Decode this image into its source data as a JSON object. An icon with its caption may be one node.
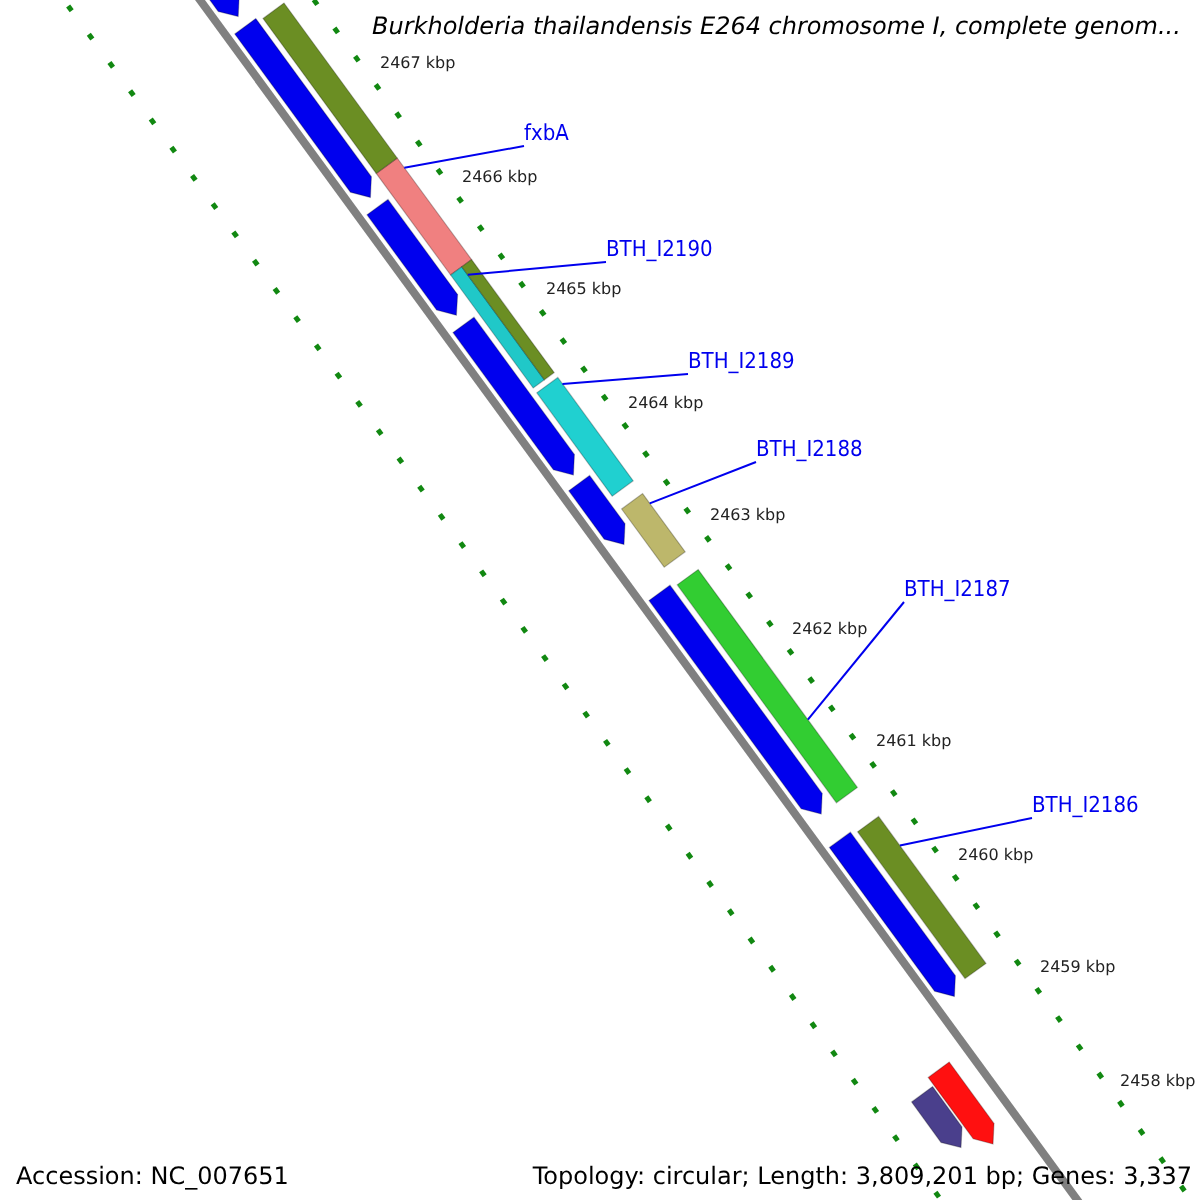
{
  "diagram": {
    "title": "Burkholderia thailandensis E264 chromosome I, complete genom...",
    "nodes": [
      {
        "text": [
          "fxbA"
        ]
      },
      {
        "text": [],
        "shape": "bar"
      },
      {
        "text": [
          "BTH_I2190"
        ]
      },
      {
        "text": [],
        "shape": "bar"
      },
      {
        "text": [
          "BTH_I2189"
        ]
      },
      {
        "text": [],
        "shape": "bar"
      },
      {
        "text": [
          "BTH_I2188"
        ]
      },
      {
        "text": [],
        "shape": "bar"
      },
      {
        "text": [
          "BTH_I2187"
        ]
      },
      {
        "text": [],
        "shape": "bar"
      },
      {
        "text": [
          "BTH_I2186"
        ]
      },
      {
        "text": [],
        "shape": "bar"
      },
      {
        "text": [],
        "shape": "bar"
      },
      {
        "text": [],
        "shape": "arrow"
      },
      {
        "text": [],
        "shape": "arrow"
      },
      {
        "text": [],
        "shape": "arrow"
      },
      {
        "text": [],
        "shape": "bar"
      },
      {
        "text": [],
        "shape": "arrow"
      },
      {
        "text": [],
        "shape": "arrow"
      },
      {
        "text": [],
        "shape": "arrow"
      },
      {
        "text": [],
        "shape": "arrow"
      },
      {
        "text": [],
        "shape": "arrow"
      },
      {
        "text": [],
        "shape": "arrow"
      }
    ],
    "edges": [
      {
        "from": 0,
        "to": 1,
        "arrow": "none"
      },
      {
        "from": 2,
        "to": 3,
        "arrow": "none"
      },
      {
        "from": 4,
        "to": 5,
        "arrow": "none"
      },
      {
        "from": 6,
        "to": 7,
        "arrow": "none"
      },
      {
        "from": 8,
        "to": 9,
        "arrow": "none"
      },
      {
        "from": 10,
        "to": 11,
        "arrow": "none"
      }
    ],
    "labels": [
      "2467 kbp",
      "2466 kbp",
      "2465 kbp",
      "2464 kbp",
      "2463 kbp",
      "2462 kbp",
      "2461 kbp",
      "2460 kbp",
      "2459 kbp",
      "2458 kbp",
      "Accession: NC_007651",
      "Topology: circular; Length: 3,809,201 bp; Genes: 3,337"
    ]
  }
}
